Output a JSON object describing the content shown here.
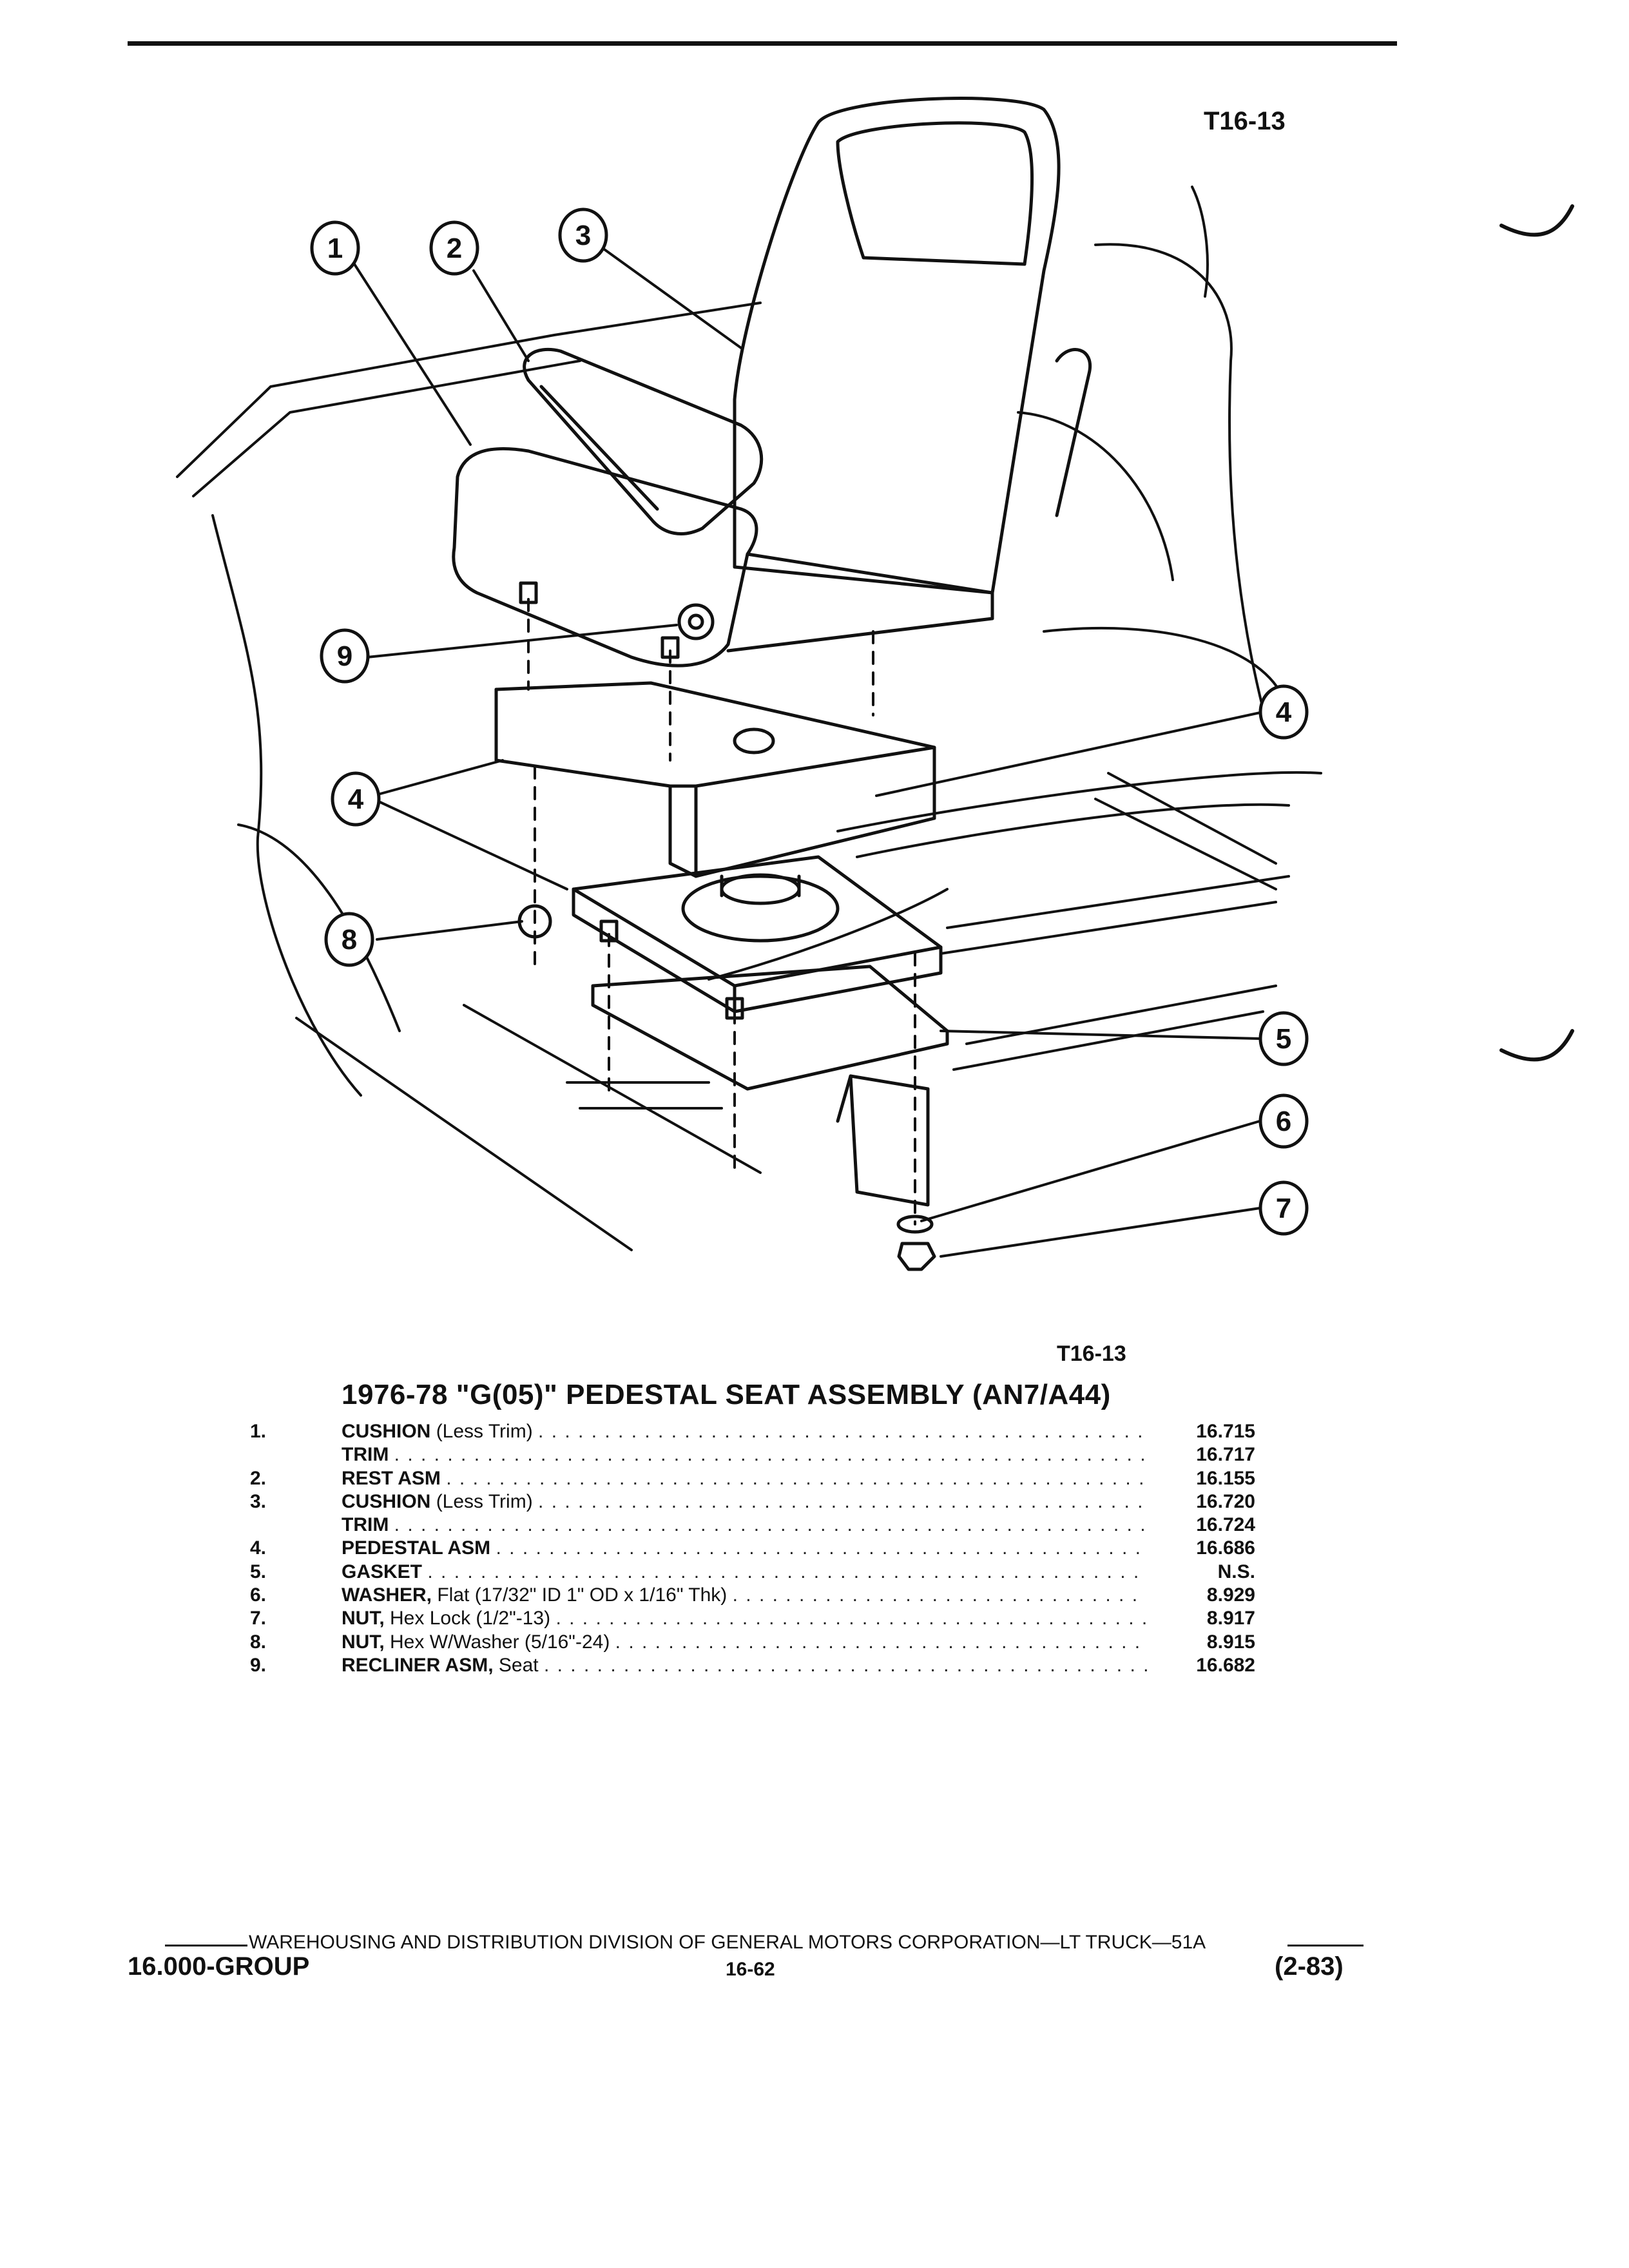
{
  "figure_code_top": "T16-13",
  "figure_code_bottom": "T16-13",
  "callouts": [
    "1",
    "2",
    "3",
    "4",
    "9",
    "4",
    "8",
    "5",
    "6",
    "7"
  ],
  "title": "1976-78 \"G(05)\" PEDESTAL SEAT ASSEMBLY (AN7/A44)",
  "parts": [
    {
      "num": "1.",
      "name": "CUSHION",
      "qualifier": "(Less Trim)",
      "code": "16.715"
    },
    {
      "num": "",
      "name": "TRIM",
      "qualifier": "",
      "code": "16.717"
    },
    {
      "num": "2.",
      "name": "REST ASM",
      "qualifier": "",
      "code": "16.155"
    },
    {
      "num": "3.",
      "name": "CUSHION",
      "qualifier": "(Less Trim)",
      "code": "16.720"
    },
    {
      "num": "",
      "name": "TRIM",
      "qualifier": "",
      "code": "16.724"
    },
    {
      "num": "4.",
      "name": "PEDESTAL ASM",
      "qualifier": "",
      "code": "16.686"
    },
    {
      "num": "5.",
      "name": "GASKET",
      "qualifier": "",
      "code": "N.S."
    },
    {
      "num": "6.",
      "name": "WASHER,",
      "qualifier": "Flat (17/32\" ID 1\" OD x 1/16\" Thk)",
      "code": "8.929"
    },
    {
      "num": "7.",
      "name": "NUT,",
      "qualifier": "Hex Lock (1/2\"-13)",
      "code": "8.917"
    },
    {
      "num": "8.",
      "name": "NUT,",
      "qualifier": "Hex W/Washer (5/16\"-24)",
      "code": "8.915"
    },
    {
      "num": "9.",
      "name": "RECLINER ASM,",
      "qualifier": "Seat",
      "code": "16.682"
    }
  ],
  "footer": {
    "division_line": "WAREHOUSING AND DISTRIBUTION DIVISION OF GENERAL MOTORS CORPORATION—LT TRUCK—51A",
    "group": "16.000-GROUP",
    "page": "16-62",
    "date": "(2-83)"
  }
}
